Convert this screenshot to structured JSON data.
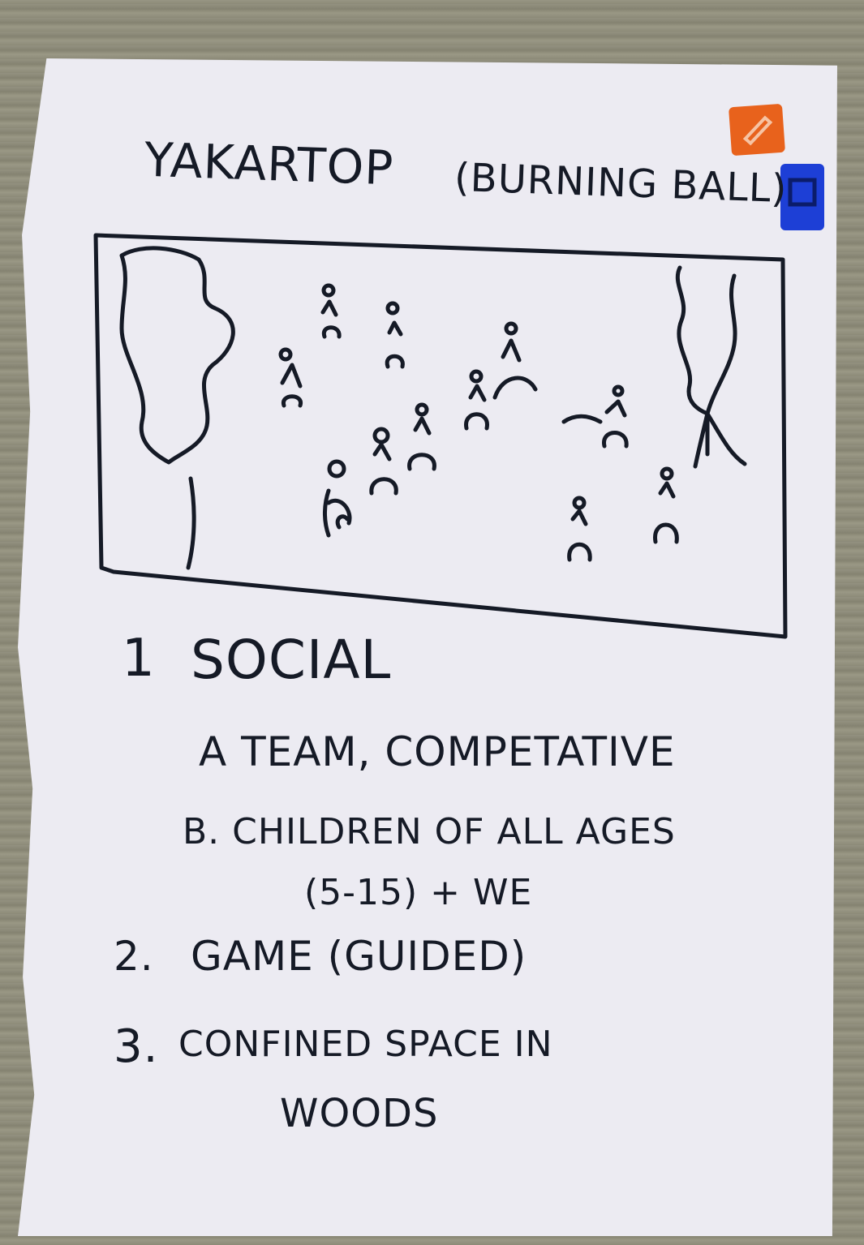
{
  "title": "YAKARTOP",
  "subtitle": "(BURNING BALL)",
  "points": [
    {
      "num": "1",
      "text": "SOCIAL"
    },
    {
      "num": "",
      "text": "A TEAM, COMPETATIVE"
    },
    {
      "num": "",
      "text": "B. CHILDREN OF ALL AGES"
    },
    {
      "num": "",
      "text": "(5-15) + WE"
    },
    {
      "num": "2.",
      "text": "GAME (GUIDED)"
    },
    {
      "num": "3.",
      "text": "CONFINED SPACE IN"
    },
    {
      "num": "",
      "text": "WOODS"
    }
  ],
  "colors": {
    "ink": "#151a26",
    "paper": "#ecebf2",
    "orange_tab": "#e8621c",
    "blue_tab": "#1d3fd6"
  }
}
